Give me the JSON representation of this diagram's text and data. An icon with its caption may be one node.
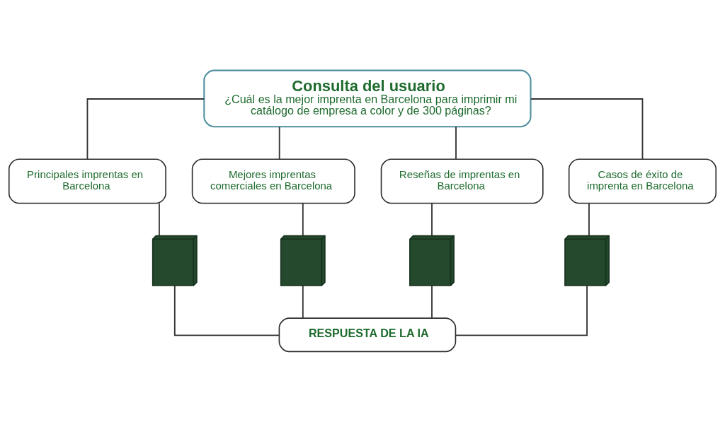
{
  "diagram": {
    "nodes": [
      {
        "text": [
          "Consulta del usuario",
          "¿Cuál es la mejor imprenta en Barcelona para imprimir mi catálogo de empresa a color y de 300 páginas?"
        ]
      },
      {
        "text": [
          "Principales imprentas en Barcelona"
        ]
      },
      {
        "text": [
          "Mejores imprentas comerciales en Barcelona"
        ]
      },
      {
        "text": [
          "Reseñas de imprentas en Barcelona"
        ]
      },
      {
        "text": [
          "Casos de éxito de imprenta en Barcelona"
        ]
      },
      {
        "text": [],
        "shape": "picture"
      },
      {
        "text": [],
        "shape": "picture"
      },
      {
        "text": [],
        "shape": "picture"
      },
      {
        "text": [],
        "shape": "picture"
      },
      {
        "text": [
          "RESPUESTA DE LA IA"
        ]
      }
    ],
    "edges": [
      {
        "from": 0,
        "to": 1,
        "arrow": "none"
      },
      {
        "from": 0,
        "to": 2,
        "arrow": "none"
      },
      {
        "from": 0,
        "to": 3,
        "arrow": "none"
      },
      {
        "from": 0,
        "to": 4,
        "arrow": "none"
      },
      {
        "from": 1,
        "to": 5,
        "arrow": "none"
      },
      {
        "from": 2,
        "to": 6,
        "arrow": "none"
      },
      {
        "from": 3,
        "to": 7,
        "arrow": "none"
      },
      {
        "from": 4,
        "to": 8,
        "arrow": "none"
      },
      {
        "from": 5,
        "to": 9,
        "arrow": "none"
      },
      {
        "from": 6,
        "to": 9,
        "arrow": "none"
      },
      {
        "from": 7,
        "to": 9,
        "arrow": "none"
      },
      {
        "from": 8,
        "to": 9,
        "arrow": "none"
      }
    ]
  }
}
